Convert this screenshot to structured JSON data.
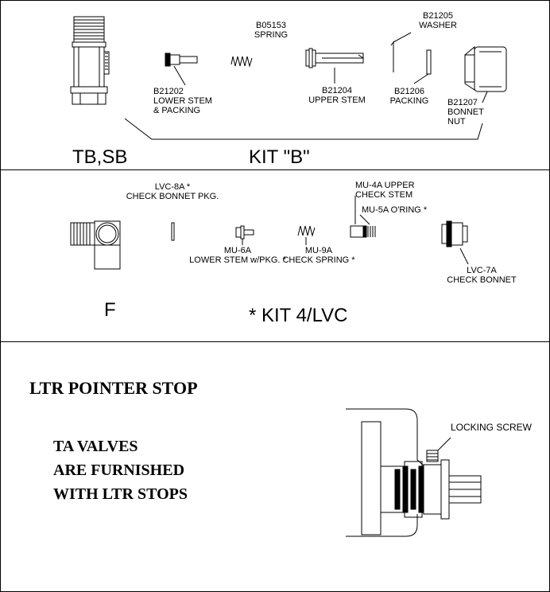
{
  "kit_b": {
    "parts": {
      "b05153": "B05153\nSPRING",
      "b21205": "B21205\nWASHER",
      "b21202": "B21202\nLOWER STEM\n& PACKING",
      "b21204": "B21204\nUPPER STEM",
      "b21206": "B21206\nPACKING",
      "b21207": "B21207\nBONNET\nNUT"
    },
    "model_label": "TB,SB",
    "kit_label": "KIT \"B\""
  },
  "kit_4lvc": {
    "parts": {
      "lvc8a": "LVC-8A *\nCHECK BONNET PKG.",
      "mu4a": "MU-4A UPPER\nCHECK STEM",
      "mu5a": "MU-5A O'RING *",
      "mu6a": "MU-6A\nLOWER STEM w/PKG. *",
      "mu9a": "MU-9A\nCHECK SPRING *",
      "lvc7a": "LVC-7A\nCHECK BONNET"
    },
    "model_label": "F",
    "kit_label": "* KIT 4/LVC"
  },
  "ltr_stop": {
    "title": "LTR POINTER STOP",
    "lines": [
      "TA VALVES",
      "ARE FURNISHED",
      "WITH LTR STOPS"
    ],
    "callout": "LOCKING SCREW"
  }
}
